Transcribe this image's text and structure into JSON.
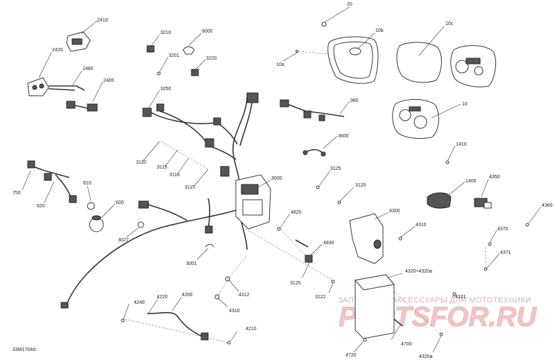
{
  "diagram_code": "33M1704d",
  "watermark": {
    "tagline": "ЗАПЧАСТИ И АКСЕССУАРЫ ДЛЯ МОТОТЕХНИКИ",
    "logo_text": "PARTSFOR.RU"
  },
  "labels": {
    "p20": "20",
    "p10b": "10b",
    "p10c": "10c",
    "p10a": "10a",
    "p10": "10",
    "p2410": "2410",
    "p2420": "2420",
    "p2480": "2480",
    "p2400": "2400",
    "p3210": "3210",
    "p9000": "9000",
    "p3201": "3201",
    "p3220": "3220",
    "p3250": "3250",
    "p960": "960",
    "p3600": "3600",
    "p3110": "3110",
    "p3119": "3119",
    "p3118": "3118",
    "p3115": "3115",
    "p3000": "3000",
    "p3125a": "3125",
    "p3120": "3120",
    "p1410": "1410",
    "p1400": "1400",
    "p4350": "4350",
    "p4360": "4360",
    "p750": "750",
    "p620": "620",
    "p610": "610",
    "p600": "600",
    "p3027": "3027",
    "p4820": "4820",
    "p4300": "4300",
    "p4310": "4310",
    "p4370": "4370",
    "p4371": "4371",
    "p3001": "3001",
    "p4830": "4830",
    "p3125b": "3125",
    "p3122": "3122",
    "p4312": "4312",
    "p4310b": "4310",
    "p4320a": "4320÷4320a",
    "p4240": "4240",
    "p4220": "4220",
    "p4200": "4200",
    "p4321": "4321",
    "p4210": "4210",
    "p4720": "4720",
    "p4700": "4700",
    "p4320b": "4320a"
  }
}
